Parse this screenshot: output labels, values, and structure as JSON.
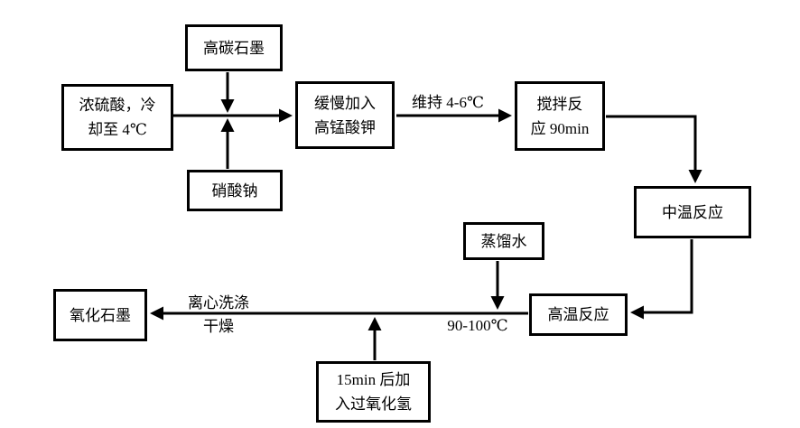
{
  "diagram": {
    "type": "flowchart",
    "colors": {
      "line": "#000000",
      "background": "#ffffff"
    },
    "nodes": {
      "graphite": {
        "text": "高碳石墨"
      },
      "sulfuric": {
        "line1": "浓硫酸，冷",
        "line2": "却至 4℃"
      },
      "nitrate": {
        "text": "硝酸钠"
      },
      "permanganate": {
        "line1": "缓慢加入",
        "line2": "高锰酸钾"
      },
      "stir": {
        "line1": "搅拌反",
        "line2": "应 90min"
      },
      "medium": {
        "text": "中温反应"
      },
      "distilled": {
        "text": "蒸馏水"
      },
      "high": {
        "text": "高温反应"
      },
      "oxide": {
        "text": "氧化石墨"
      },
      "peroxide": {
        "line1": "15min 后加",
        "line2": "入过氧化氢"
      }
    },
    "edge_labels": {
      "maintain": "维持 4-6℃",
      "temp_range": "90-100℃",
      "centrifuge_line1": "离心洗涤",
      "centrifuge_line2": "干燥"
    }
  }
}
